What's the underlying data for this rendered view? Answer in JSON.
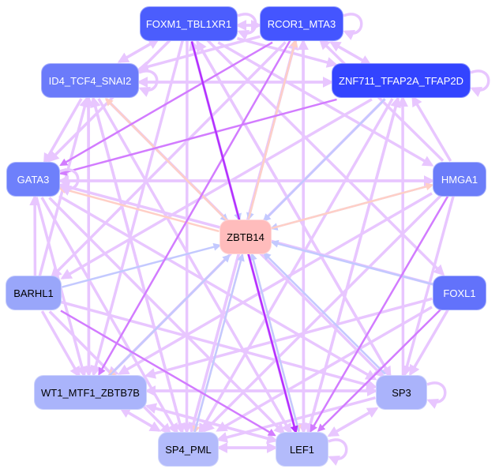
{
  "colors": {
    "light": "#e8c6ff",
    "medium": "#d27cff",
    "dark": "#b530ff",
    "blue": "#c3c9ff",
    "pink": "#ffcfc6"
  },
  "nodes": [
    {
      "id": "FOXM1",
      "label": "FOXM1_TBL1XR1",
      "fill": "#4b5dfd",
      "text": "#ffffff"
    },
    {
      "id": "RCOR1",
      "label": "RCOR1_MTA3",
      "fill": "#4455ff",
      "text": "#ffffff"
    },
    {
      "id": "ID4",
      "label": "ID4_TCF4_SNAI2",
      "fill": "#6b7bfa",
      "text": "#ffffff"
    },
    {
      "id": "ZNF711",
      "label": "ZNF711_TFAP2A_TFAP2D",
      "fill": "#3344ff",
      "text": "#ffffff"
    },
    {
      "id": "GATA3",
      "label": "GATA3",
      "fill": "#6e80fb",
      "text": "#ffffff"
    },
    {
      "id": "HMGA1",
      "label": "HMGA1",
      "fill": "#6b7df9",
      "text": "#ffffff"
    },
    {
      "id": "ZBTB14",
      "label": "ZBTB14",
      "fill": "#ffbcbc",
      "text": "#000000"
    },
    {
      "id": "BARHL1",
      "label": "BARHL1",
      "fill": "#99a6fa",
      "text": "#000000"
    },
    {
      "id": "FOXL1",
      "label": "FOXL1",
      "fill": "#6272fb",
      "text": "#ffffff"
    },
    {
      "id": "WT1",
      "label": "WT1_MTF1_ZBTB7B",
      "fill": "#aab4fb",
      "text": "#000000"
    },
    {
      "id": "SP3",
      "label": "SP3",
      "fill": "#aab3fb",
      "text": "#000000"
    },
    {
      "id": "SP4",
      "label": "SP4_PML",
      "fill": "#b3bbfb",
      "text": "#000000"
    },
    {
      "id": "LEF1",
      "label": "LEF1",
      "fill": "#b3bbfb",
      "text": "#000000"
    }
  ],
  "edges": [
    [
      "FOXM1",
      "RCOR1",
      "light"
    ],
    [
      "RCOR1",
      "FOXM1",
      "light"
    ],
    [
      "FOXM1",
      "ID4",
      "light"
    ],
    [
      "ID4",
      "FOXM1",
      "light"
    ],
    [
      "FOXM1",
      "ZNF711",
      "light"
    ],
    [
      "FOXM1",
      "GATA3",
      "light"
    ],
    [
      "FOXM1",
      "HMGA1",
      "light"
    ],
    [
      "FOXM1",
      "SP3",
      "light"
    ],
    [
      "FOXM1",
      "WT1",
      "light"
    ],
    [
      "FOXM1",
      "SP4",
      "light"
    ],
    [
      "FOXM1",
      "LEF1",
      "dark"
    ],
    [
      "FOXM1",
      "ZBTB14",
      "blue"
    ],
    [
      "FOXM1",
      "FOXL1",
      "light"
    ],
    [
      "RCOR1",
      "ID4",
      "light"
    ],
    [
      "RCOR1",
      "ZNF711",
      "light"
    ],
    [
      "ZNF711",
      "RCOR1",
      "light"
    ],
    [
      "RCOR1",
      "GATA3",
      "medium"
    ],
    [
      "RCOR1",
      "WT1",
      "medium"
    ],
    [
      "RCOR1",
      "LEF1",
      "light"
    ],
    [
      "RCOR1",
      "SP4",
      "light"
    ],
    [
      "RCOR1",
      "ZBTB14",
      "blue"
    ],
    [
      "ZBTB14",
      "RCOR1",
      "pink"
    ],
    [
      "RCOR1",
      "BARHL1",
      "light"
    ],
    [
      "HMGA1",
      "RCOR1",
      "light"
    ],
    [
      "ID4",
      "ZNF711",
      "light"
    ],
    [
      "ZNF711",
      "ID4",
      "light"
    ],
    [
      "ID4",
      "GATA3",
      "light"
    ],
    [
      "ID4",
      "WT1",
      "light"
    ],
    [
      "ID4",
      "SP4",
      "light"
    ],
    [
      "ID4",
      "LEF1",
      "light"
    ],
    [
      "ID4",
      "SP3",
      "light"
    ],
    [
      "ID4",
      "ZBTB14",
      "blue"
    ],
    [
      "ZBTB14",
      "ID4",
      "pink"
    ],
    [
      "WT1",
      "ID4",
      "light"
    ],
    [
      "BARHL1",
      "ID4",
      "light"
    ],
    [
      "SP4",
      "ID4",
      "light"
    ],
    [
      "ZNF711",
      "GATA3",
      "medium"
    ],
    [
      "ZNF711",
      "ZBTB14",
      "blue"
    ],
    [
      "ZNF711",
      "WT1",
      "light"
    ],
    [
      "ZNF711",
      "SP4",
      "light"
    ],
    [
      "ZNF711",
      "LEF1",
      "light"
    ],
    [
      "ZNF711",
      "BARHL1",
      "light"
    ],
    [
      "SP3",
      "ZNF711",
      "light"
    ],
    [
      "HMGA1",
      "ZNF711",
      "light"
    ],
    [
      "LEF1",
      "ZNF711",
      "light"
    ],
    [
      "GATA3",
      "HMGA1",
      "light"
    ],
    [
      "HMGA1",
      "GATA3",
      "light"
    ],
    [
      "ZBTB14",
      "GATA3",
      "pink"
    ],
    [
      "GATA3",
      "WT1",
      "light"
    ],
    [
      "GATA3",
      "SP4",
      "light"
    ],
    [
      "GATA3",
      "LEF1",
      "light"
    ],
    [
      "GATA3",
      "SP3",
      "light"
    ],
    [
      "BARHL1",
      "GATA3",
      "light"
    ],
    [
      "HMGA1",
      "ZBTB14",
      "blue"
    ],
    [
      "ZBTB14",
      "HMGA1",
      "pink"
    ],
    [
      "HMGA1",
      "LEF1",
      "medium"
    ],
    [
      "HMGA1",
      "SP4",
      "light"
    ],
    [
      "HMGA1",
      "WT1",
      "light"
    ],
    [
      "HMGA1",
      "SP3",
      "light"
    ],
    [
      "BARHL1",
      "ZBTB14",
      "blue"
    ],
    [
      "BARHL1",
      "LEF1",
      "medium"
    ],
    [
      "BARHL1",
      "SP4",
      "light"
    ],
    [
      "BARHL1",
      "WT1",
      "light"
    ],
    [
      "BARHL1",
      "SP3",
      "light"
    ],
    [
      "FOXL1",
      "ZBTB14",
      "blue"
    ],
    [
      "FOXL1",
      "LEF1",
      "medium"
    ],
    [
      "FOXL1",
      "SP3",
      "light"
    ],
    [
      "FOXL1",
      "WT1",
      "light"
    ],
    [
      "FOXL1",
      "SP4",
      "light"
    ],
    [
      "FOXL1",
      "GATA3",
      "light"
    ],
    [
      "SP3",
      "ZBTB14",
      "blue"
    ],
    [
      "ZBTB14",
      "WT1",
      "pink"
    ],
    [
      "WT1",
      "ZBTB14",
      "blue"
    ],
    [
      "ZBTB14",
      "SP4",
      "pink"
    ],
    [
      "SP4",
      "ZBTB14",
      "blue"
    ],
    [
      "ZBTB14",
      "LEF1",
      "pink"
    ],
    [
      "LEF1",
      "ZBTB14",
      "blue"
    ],
    [
      "WT1",
      "SP3",
      "light"
    ],
    [
      "SP3",
      "WT1",
      "light"
    ],
    [
      "WT1",
      "SP4",
      "light"
    ],
    [
      "SP4",
      "WT1",
      "light"
    ],
    [
      "WT1",
      "LEF1",
      "light"
    ],
    [
      "LEF1",
      "WT1",
      "light"
    ],
    [
      "SP4",
      "LEF1",
      "light"
    ],
    [
      "LEF1",
      "SP4",
      "light"
    ],
    [
      "SP3",
      "LEF1",
      "light"
    ],
    [
      "LEF1",
      "SP3",
      "light"
    ],
    [
      "SP3",
      "SP4",
      "light"
    ],
    [
      "LEF1",
      "FOXM1",
      "light"
    ],
    [
      "SP4",
      "RCOR1",
      "light"
    ],
    [
      "LEF1",
      "RCOR1",
      "light"
    ],
    [
      "SP3",
      "FOXM1",
      "light"
    ]
  ],
  "self_loops": [
    "FOXM1",
    "RCOR1",
    "ZNF711",
    "GATA3",
    "SP3",
    "LEF1",
    "ID4"
  ]
}
